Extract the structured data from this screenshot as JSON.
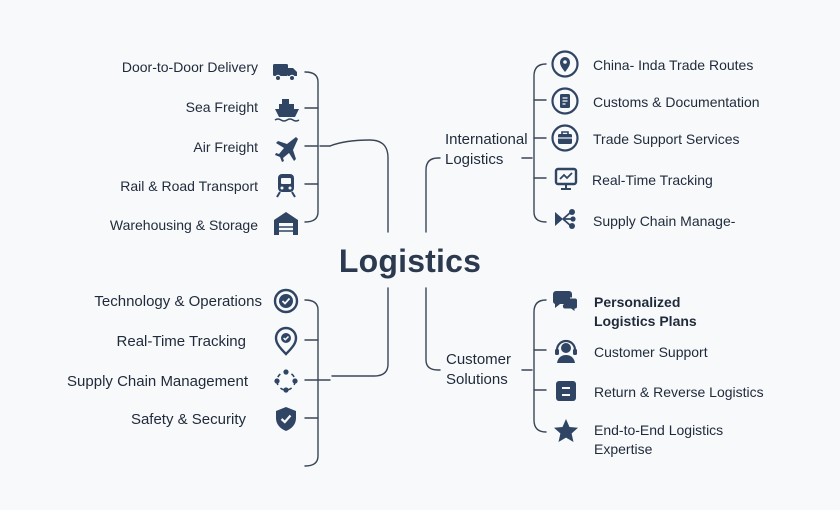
{
  "center": {
    "title": "Logistics"
  },
  "left_top": {
    "items": [
      {
        "label": "Door-to-Door Delivery",
        "icon": "truck-icon"
      },
      {
        "label": "Sea Freight",
        "icon": "ship-icon"
      },
      {
        "label": "Air Freight",
        "icon": "airplane-icon"
      },
      {
        "label": "Rail & Road Transport",
        "icon": "train-icon"
      },
      {
        "label": "Warehousing & Storage",
        "icon": "warehouse-icon"
      }
    ]
  },
  "left_bottom": {
    "items": [
      {
        "label": "Technology & Operations",
        "icon": "check-circle-icon"
      },
      {
        "label": "Real-Time Tracking",
        "icon": "location-check-icon"
      },
      {
        "label": "Supply Chain Management",
        "icon": "network-icon"
      },
      {
        "label": "Safety & Security",
        "icon": "shield-check-icon"
      }
    ]
  },
  "right_top": {
    "branch_line1": "International",
    "branch_line2": "Logistics",
    "items": [
      {
        "label": "China- Inda Trade Routes",
        "icon": "map-pin-icon"
      },
      {
        "label": "Customs & Documentation",
        "icon": "document-icon"
      },
      {
        "label": "Trade Support Services",
        "icon": "briefcase-icon"
      },
      {
        "label": "Real-Time Tracking",
        "icon": "monitor-icon"
      },
      {
        "label": "Supply Chain Manage-",
        "icon": "share-network-icon"
      }
    ]
  },
  "right_bottom": {
    "branch_line1": "Customer",
    "branch_line2": "Solutions",
    "items": [
      {
        "label_line1": "Personalized",
        "label_line2": "Logistics Plans",
        "icon": "chat-bubbles-icon"
      },
      {
        "label_line1": "Customer Support",
        "label_line2": "",
        "icon": "headset-icon"
      },
      {
        "label_line1": "Return & Reverse Logistics",
        "label_line2": "",
        "icon": "return-box-icon"
      },
      {
        "label_line1": "End-to-End Logistics",
        "label_line2": "Expertise",
        "icon": "star-icon"
      }
    ]
  },
  "colors": {
    "icon": "#2f4563",
    "line": "#3a4658",
    "text": "#1f2a3a",
    "title": "#2b3a4f"
  }
}
